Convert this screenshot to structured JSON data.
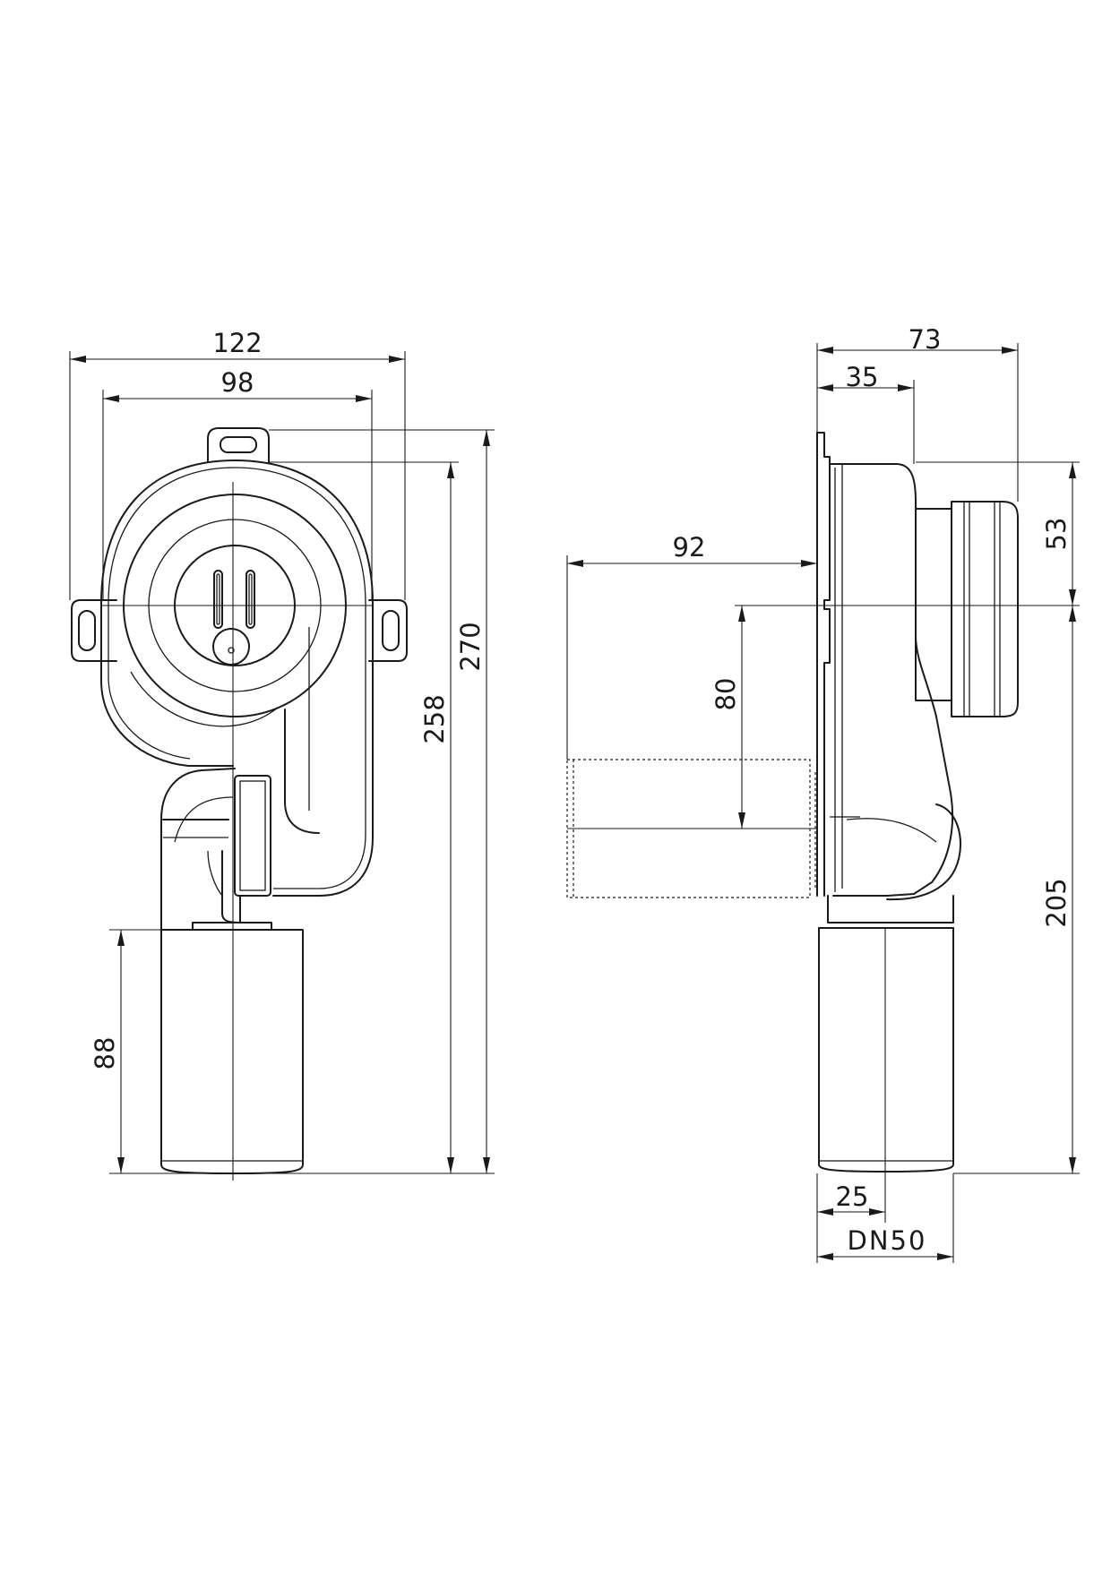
{
  "front_view": {
    "dimensions": {
      "overall_width": "122",
      "fixing_width": "98",
      "overall_height": "270",
      "trap_height": "258",
      "dip_tube_length": "88"
    }
  },
  "side_view": {
    "dimensions": {
      "overall_depth": "73",
      "body_depth": "35",
      "inlet_height": "53",
      "wall_offset": "92",
      "outlet_drop": "80",
      "outlet_height": "205",
      "tube_offset": "25",
      "outlet_size": "DN50"
    }
  }
}
